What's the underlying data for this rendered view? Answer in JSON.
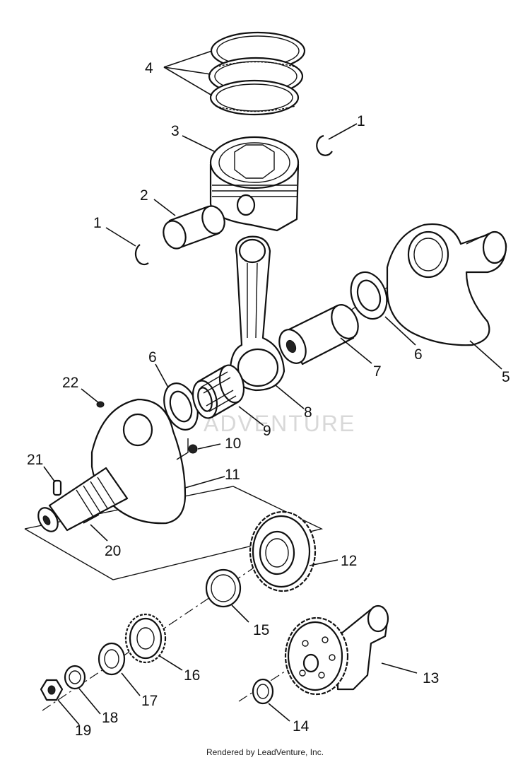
{
  "callouts": {
    "c1a": "1",
    "c1b": "1",
    "c2": "2",
    "c3": "3",
    "c4": "4",
    "c5": "5",
    "c6a": "6",
    "c6b": "6",
    "c7": "7",
    "c8": "8",
    "c9": "9",
    "c10": "10",
    "c11": "11",
    "c12": "12",
    "c13": "13",
    "c14": "14",
    "c15": "15",
    "c16": "16",
    "c17": "17",
    "c18": "18",
    "c19": "19",
    "c20": "20",
    "c21": "21",
    "c22": "22"
  },
  "watermark": "ADVENTURE",
  "footer": "Rendered by LeadVenture, Inc."
}
